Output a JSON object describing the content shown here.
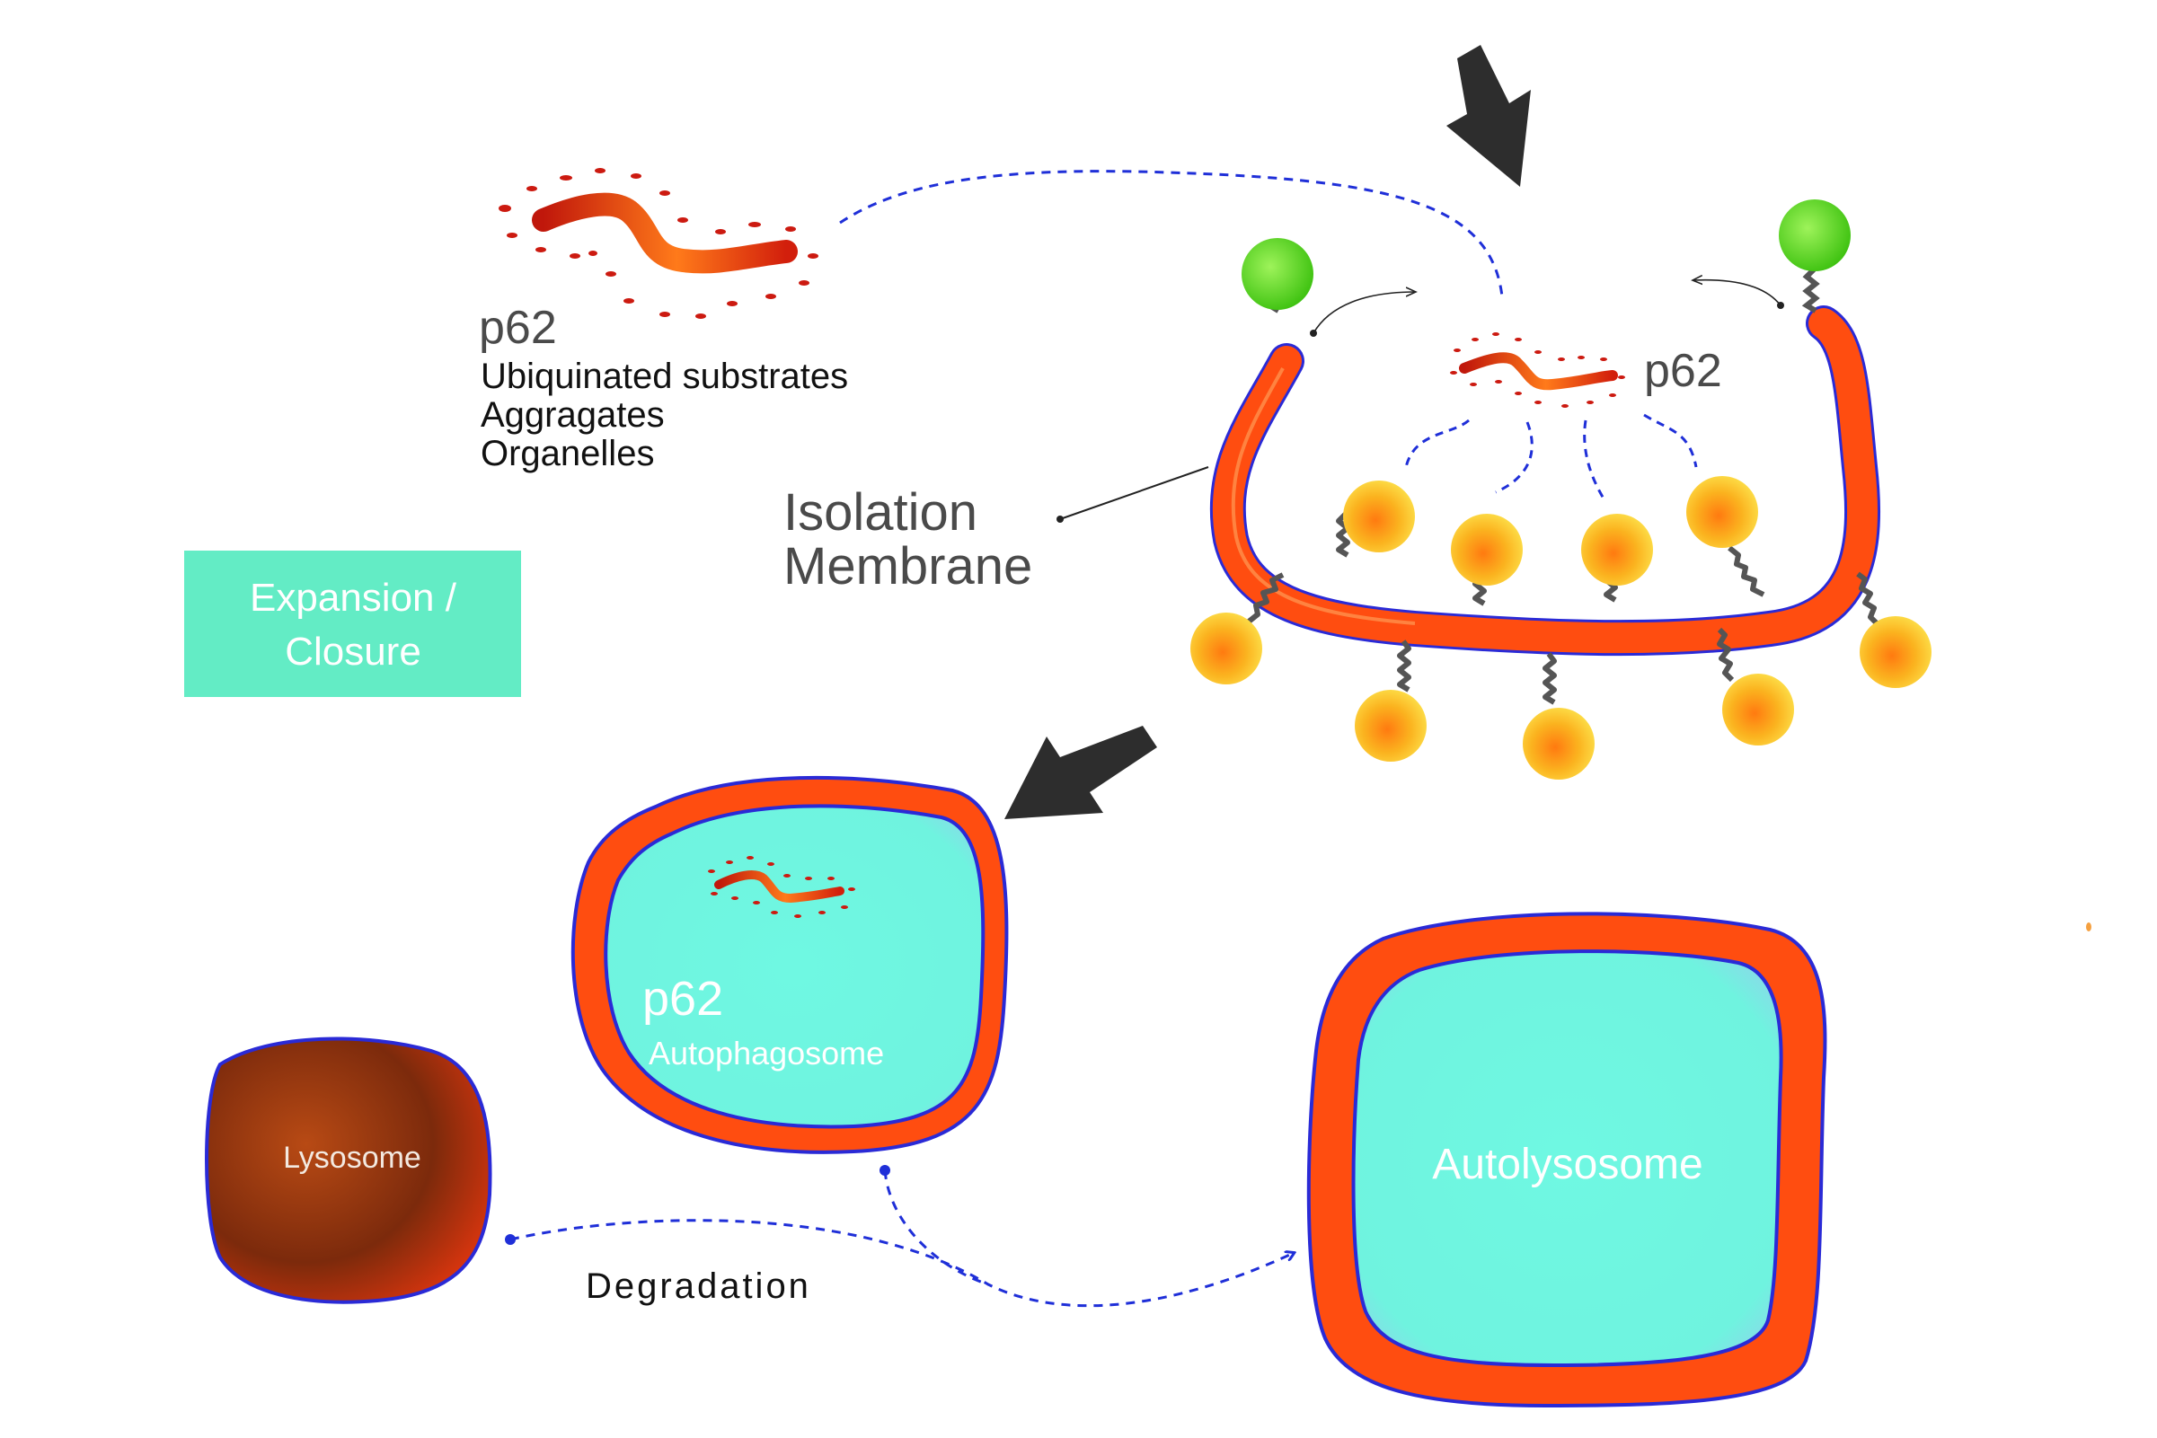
{
  "labels": {
    "p62_top": "p62",
    "substrates": [
      "Ubiquinated substrates",
      "Aggragates",
      "Organelles"
    ],
    "isolation_membrane": [
      "Isolation",
      "Membrane"
    ],
    "p62_membrane": "p62",
    "expansion_closure": [
      "Expansion /",
      "Closure"
    ],
    "p62_autophagosome": "p62",
    "autophagosome": "Autophagosome",
    "lysosome": "Lysosome",
    "autolysosome": "Autolysosome",
    "degradation": "Degradation"
  },
  "colors": {
    "membrane_orange": "#ff4d10",
    "membrane_outline": "#2a2ad6",
    "lumen_cyan": "#6ff5e0",
    "expansion_box": "#63ecc5",
    "arrow_dark": "#2d2d2d",
    "dashed_blue": "#1f2fd8",
    "lc3_green": "#5fd92a",
    "atg_yellow": "#f7c520",
    "lysosome_brown": "#8c3210"
  },
  "icons": [
    "process-arrow-icon",
    "substrate-squiggle-icon",
    "lc3-ball-icon",
    "atg-ball-icon",
    "spring-linker-icon"
  ]
}
